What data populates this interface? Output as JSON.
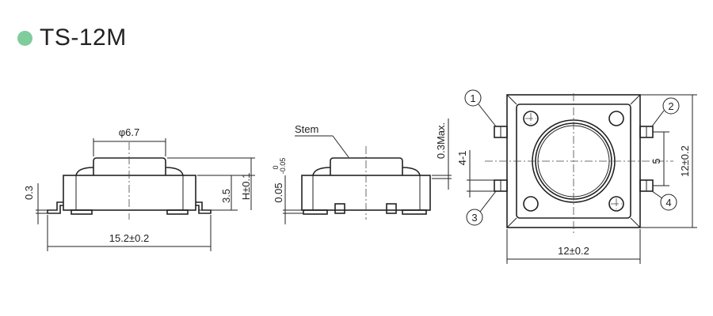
{
  "title": "TS-12M",
  "colors": {
    "bullet": "#7fcc9c",
    "line": "#222222"
  },
  "front_view": {
    "stem_diameter": "φ6.7",
    "lead_height": "0.3",
    "body_height": "3.5",
    "total_height": "H±0.1",
    "width": "15.2±0.2"
  },
  "side_view": {
    "stem_label": "Stem",
    "flatness": "0.05",
    "tol_upper": "0",
    "tol_lower": "-0.05",
    "max_gap": "0.3Max."
  },
  "top_view": {
    "pin_1": "1",
    "pin_2": "2",
    "pin_3": "3",
    "pin_4": "4",
    "pin_width": "4-1",
    "pin_pitch": "5",
    "height": "12±0.2",
    "width": "12±0.2"
  }
}
